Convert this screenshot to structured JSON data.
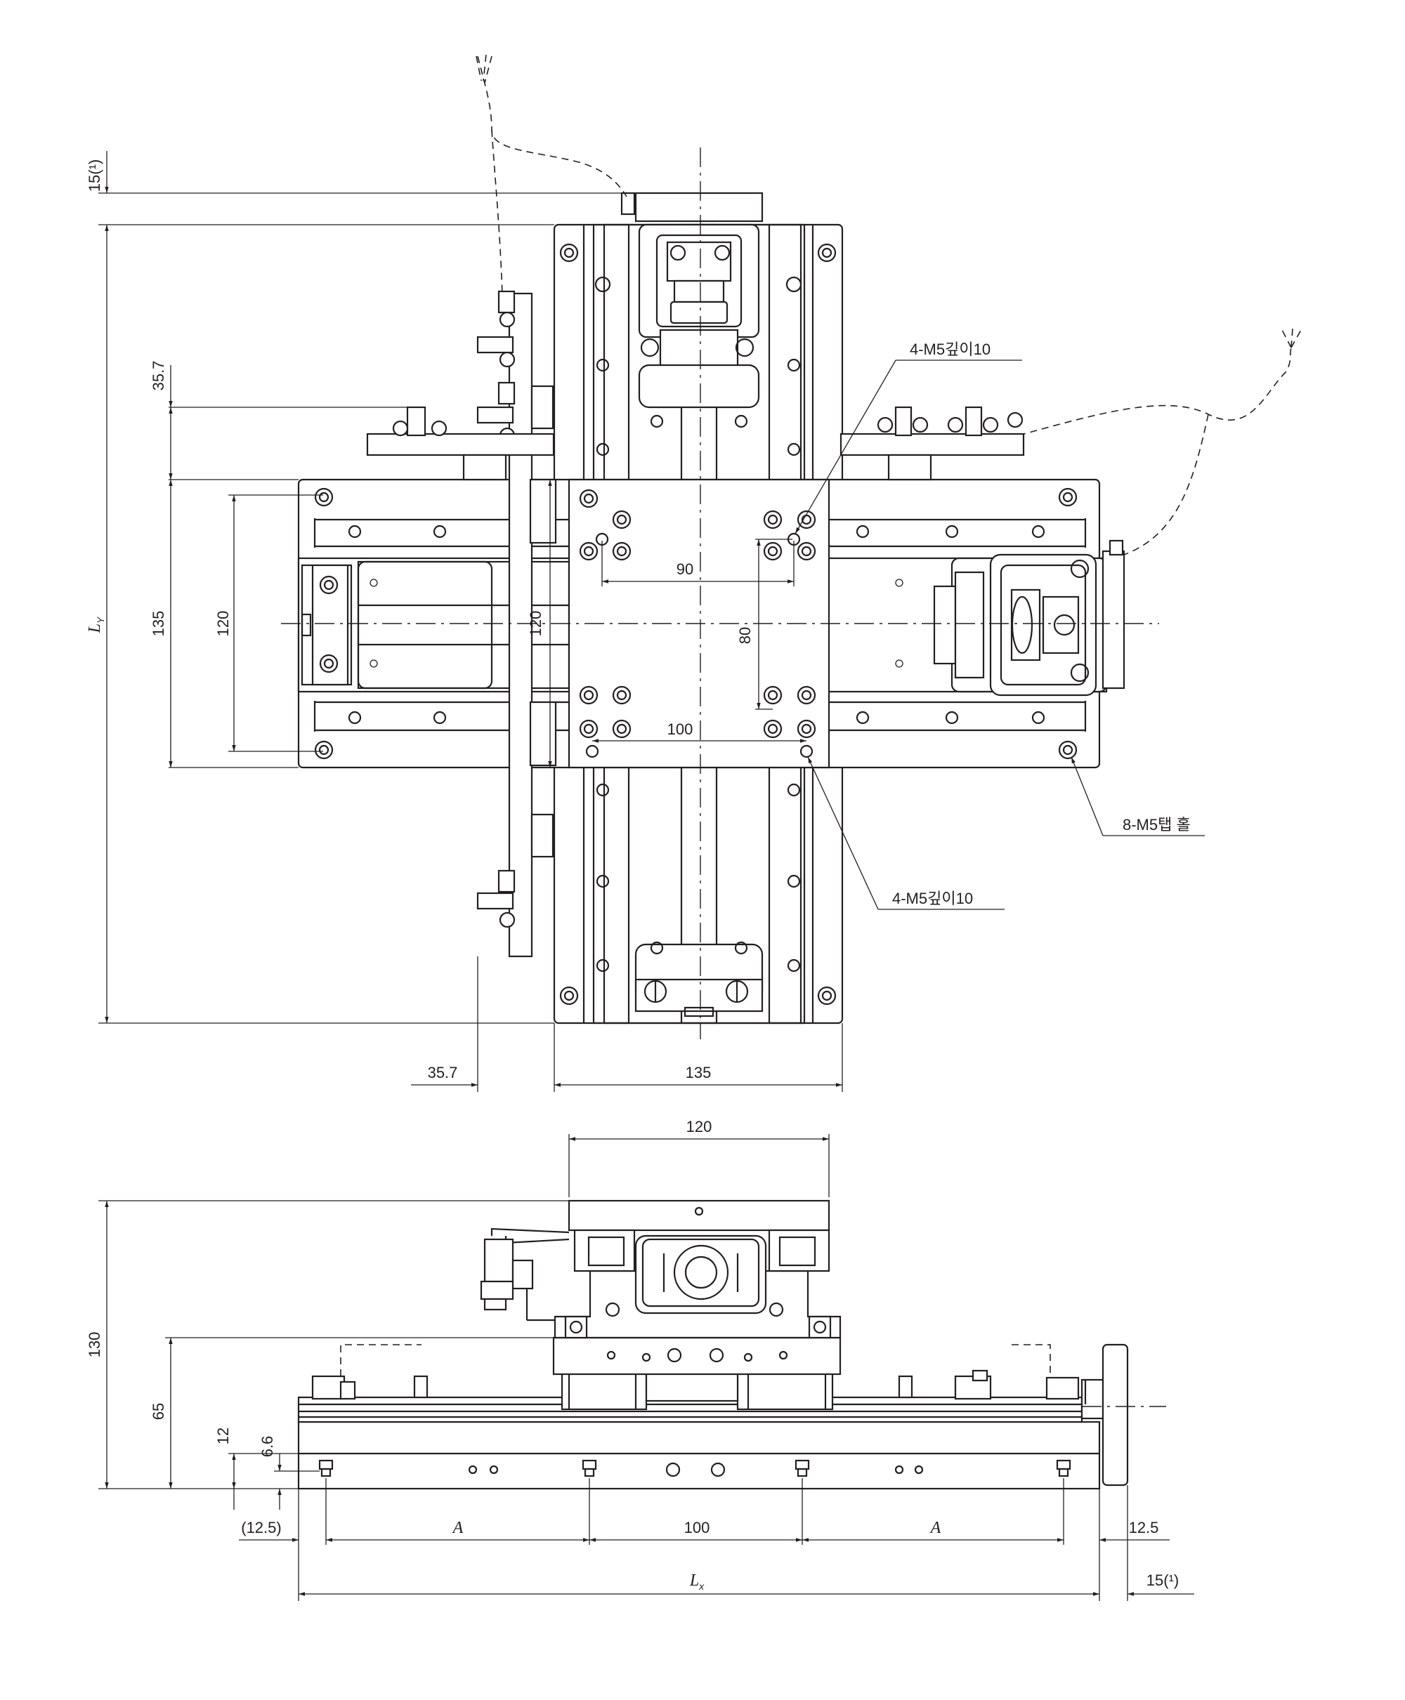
{
  "top_view": {
    "dims": {
      "d_15_top": "15(¹)",
      "d_ly": "L",
      "d_ly_sub": "Y",
      "d_35_7_left": "35.7",
      "d_135_left": "135",
      "d_120_left": "120",
      "d_120_center": "120",
      "d_90": "90",
      "d_80": "80",
      "d_100": "100",
      "d_35_7_bottom": "35.7",
      "d_135_bottom": "135"
    },
    "callouts": {
      "m5_top": "4-M5깊이10",
      "m5_bottom": "4-M5깊이10",
      "m5_tap": "8-M5탭 홀"
    }
  },
  "side_view": {
    "dims": {
      "d_120_top": "120",
      "d_130": "130",
      "d_65": "65",
      "d_12": "12",
      "d_6_6": "6.6",
      "d_12_5_left": "(12.5)",
      "d_a_left": "A",
      "d_100": "100",
      "d_a_right": "A",
      "d_12_5_right": "12.5",
      "d_lx": "L",
      "d_lx_sub": "x",
      "d_15_right": "15(¹)"
    }
  }
}
